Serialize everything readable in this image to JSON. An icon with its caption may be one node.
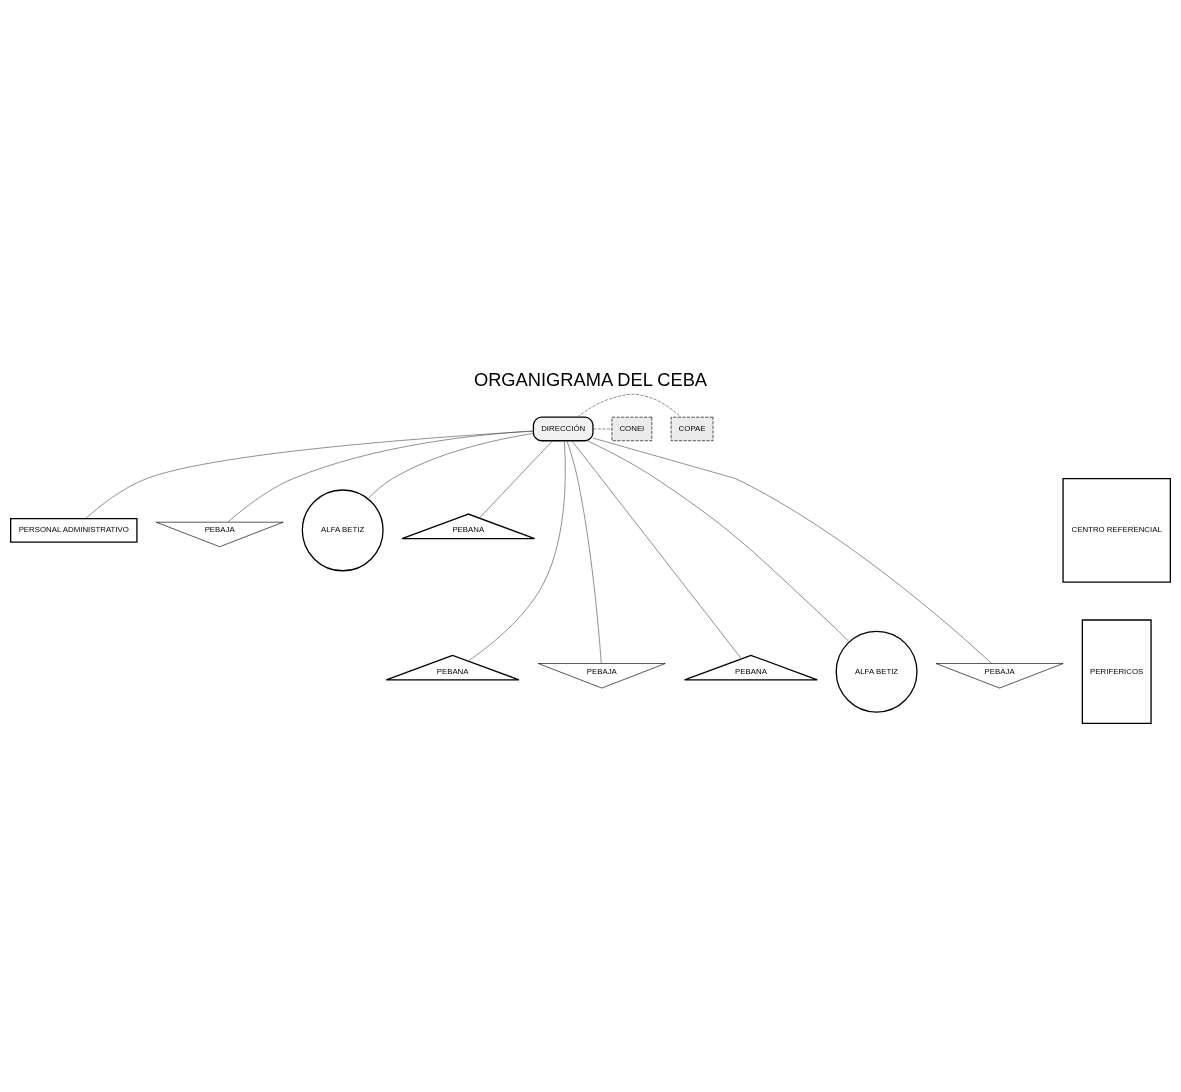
{
  "diagram": {
    "title": "ORGANIGRAMA DEL CEBA",
    "nodes": [
      {
        "text": [
          "COPAE"
        ]
      },
      {
        "text": [
          "DIRECCIÓN"
        ]
      },
      {
        "text": [
          "CONEI"
        ]
      },
      {
        "text": [
          "PERSONAL ADMINISTRATIVO"
        ]
      },
      {
        "text": [
          "PEBAJA"
        ]
      },
      {
        "text": [
          "ALFA BETIZ"
        ]
      },
      {
        "text": [
          "PEBANA"
        ]
      },
      {
        "text": [
          "PEBANA"
        ]
      },
      {
        "text": [
          "PEBAJA"
        ]
      },
      {
        "text": [
          "PEBANA"
        ]
      },
      {
        "text": [
          "ALFA BETIZ"
        ]
      },
      {
        "text": [
          "PEBAJA"
        ]
      },
      {
        "text": [
          "CENTRO REFERENCIAL"
        ]
      },
      {
        "text": [
          "PERIFERICOS"
        ]
      }
    ],
    "edges": [
      {
        "from": 1,
        "to": 0,
        "arrow": "none",
        "style": "dashed"
      },
      {
        "from": 1,
        "to": 2,
        "arrow": "none",
        "style": "dashed"
      },
      {
        "from": 1,
        "to": 3,
        "arrow": "none"
      },
      {
        "from": 1,
        "to": 6,
        "arrow": "none"
      },
      {
        "from": 1,
        "to": 4,
        "arrow": "none"
      },
      {
        "from": 1,
        "to": 5,
        "arrow": "none"
      },
      {
        "from": 1,
        "to": 7,
        "arrow": "none"
      },
      {
        "from": 1,
        "to": 8,
        "arrow": "none"
      },
      {
        "from": 1,
        "to": 9,
        "arrow": "none"
      },
      {
        "from": 1,
        "to": 10,
        "arrow": "none"
      },
      {
        "from": 1,
        "to": 11,
        "arrow": "none"
      }
    ]
  }
}
